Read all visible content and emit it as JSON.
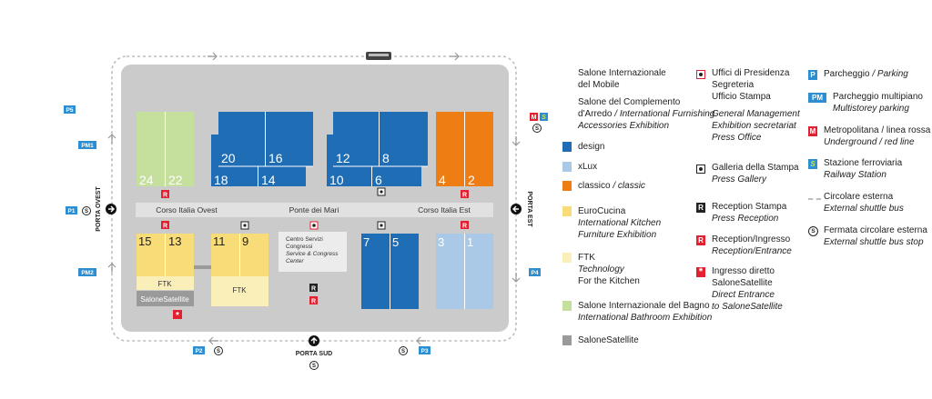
{
  "colors": {
    "design": "#1f6eb5",
    "xlux": "#a9c9e6",
    "classico": "#ee7d13",
    "eurocucina": "#f8dc78",
    "ftk": "#fbefb9",
    "bagno": "#c5df9d",
    "salonesatellite": "#9a9a9a",
    "ground": "#cbcbcb",
    "red": "#e2202f",
    "parking": "#2d8fd1",
    "path": "#bdbdbd"
  },
  "pavilions": {
    "p24": "24",
    "p22": "22",
    "p20": "20",
    "p16": "16",
    "p18": "18",
    "p14": "14",
    "p12": "12",
    "p8": "8",
    "p10": "10",
    "p6": "6",
    "p4": "4",
    "p2": "2",
    "p15": "15",
    "p13": "13",
    "p11": "11",
    "p9": "9",
    "p7": "7",
    "p5": "5",
    "p3": "3",
    "p1": "1"
  },
  "map_labels": {
    "corso_ovest": "Corso Italia Ovest",
    "ponte": "Ponte dei Mari",
    "corso_est": "Corso Italia Est",
    "ftk_left": "FTK",
    "ftk_right": "FTK",
    "salonesatellite": "SaloneSatellite",
    "centro_1": "Centro Servizi",
    "centro_2": "Congressi",
    "centro_3": "Service & Congress",
    "centro_4": "Center",
    "porta_ovest": "PORTA OVEST",
    "porta_est": "PORTA EST",
    "porta_sud": "PORTA SUD"
  },
  "parking_labels": {
    "p5": "P5",
    "pm1": "PM1",
    "p1": "P1",
    "pm2": "PM2",
    "p2": "P2",
    "p3": "P3",
    "p4": "P4",
    "m": "M",
    "s": "S"
  },
  "symbols": {
    "reception": "R",
    "press": "R",
    "shuttle": "S"
  },
  "legend": {
    "col1": {
      "salone_mobile_1": "Salone Internazionale",
      "salone_mobile_2": "del Mobile",
      "complemento_1": "Salone del Complemento",
      "complemento_2": "d'Arredo",
      "complemento_2b": "/ International Furnishing",
      "complemento_3": "Accessories Exhibition",
      "design": "design",
      "xlux": "xLux",
      "classico": "classico",
      "classic": "/ classic",
      "eurocucina_1": "EuroCucina",
      "eurocucina_2": "International Kitchen",
      "eurocucina_3": "Furniture Exhibition",
      "ftk_1": "FTK",
      "ftk_2": "Technology",
      "ftk_3": "For the Kitchen",
      "bagno_1": "Salone Internazionale del Bagno",
      "bagno_2": "International Bathroom Exhibition",
      "satellite": "SaloneSatellite"
    },
    "col2": {
      "uffici_1": "Uffici di Presidenza",
      "uffici_2": "Segreteria",
      "uffici_3": "Ufficio Stampa",
      "uffici_4": "General Management",
      "uffici_5": "Exhibition secretariat",
      "uffici_6": "Press Office",
      "galleria_1": "Galleria della Stampa",
      "galleria_2": "Press Gallery",
      "recstampa_1": "Reception Stampa",
      "recstampa_2": "Press Reception",
      "reception_1": "Reception/Ingresso",
      "reception_2": "Reception/Entrance",
      "ingresso_1": "Ingresso diretto",
      "ingresso_2": "SaloneSatellite",
      "ingresso_3": "Direct Entrance",
      "ingresso_4": "to SaloneSatellite"
    },
    "col3": {
      "parcheggio": "Parcheggio",
      "parking": "/ Parking",
      "multipiano_1": "Parcheggio multipiano",
      "multipiano_2": "Multistorey parking",
      "metro_1": "Metropolitana / linea rossa",
      "metro_2": "Underground / red line",
      "stazione_1": "Stazione ferroviaria",
      "stazione_2": "Railway Station",
      "circolare_1": "Circolare esterna",
      "circolare_2": "External shuttle bus",
      "fermata_1": "Fermata circolare esterna",
      "fermata_2": "External shuttle bus stop",
      "p_icon": "P",
      "pm_icon": "PM",
      "m_icon": "M",
      "s_icon": "S"
    }
  }
}
